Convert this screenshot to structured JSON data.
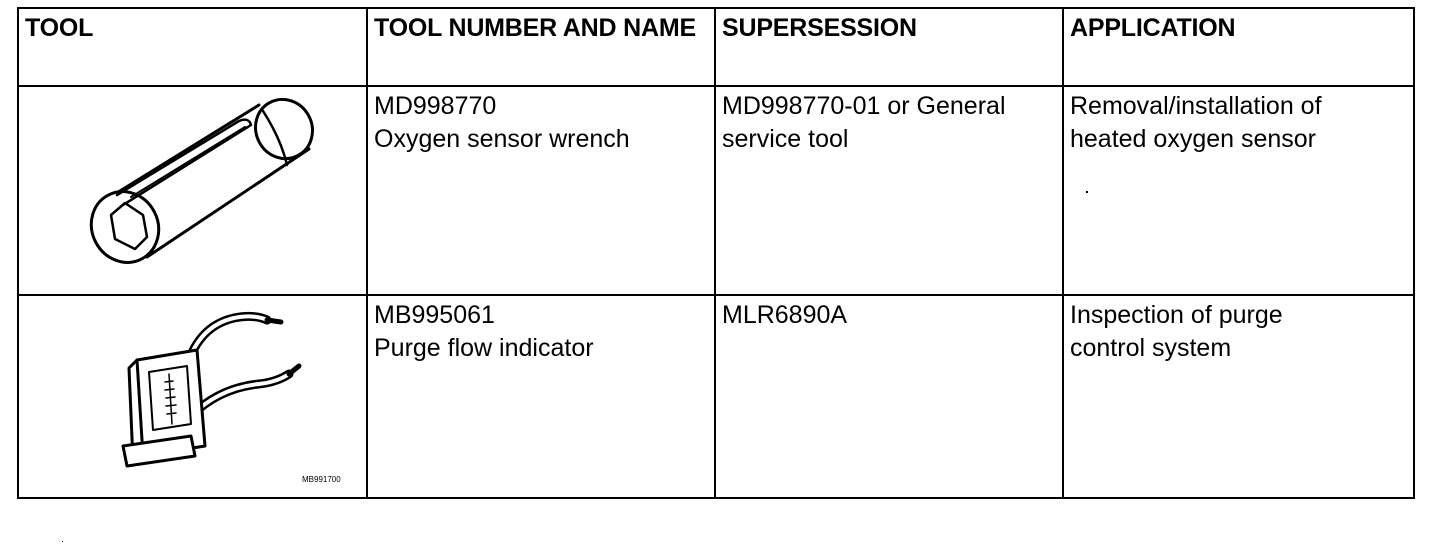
{
  "table": {
    "headers": [
      "TOOL",
      "TOOL NUMBER AND NAME",
      "SUPERSESSION",
      "APPLICATION"
    ],
    "rows": [
      {
        "tool_image": "oxygen-sensor-wrench-illustration",
        "number": "MD998770",
        "name": "Oxygen sensor wrench",
        "supersession": [
          "MD998770-01 or General",
          "service tool"
        ],
        "application": [
          "Removal/installation of",
          "heated oxygen sensor"
        ]
      },
      {
        "tool_image": "purge-flow-indicator-illustration",
        "image_code": "MB991700",
        "number": "MB995061",
        "name": "Purge flow indicator",
        "supersession": [
          "MLR6890A"
        ],
        "application": [
          "Inspection of purge",
          "control system"
        ]
      }
    ]
  }
}
